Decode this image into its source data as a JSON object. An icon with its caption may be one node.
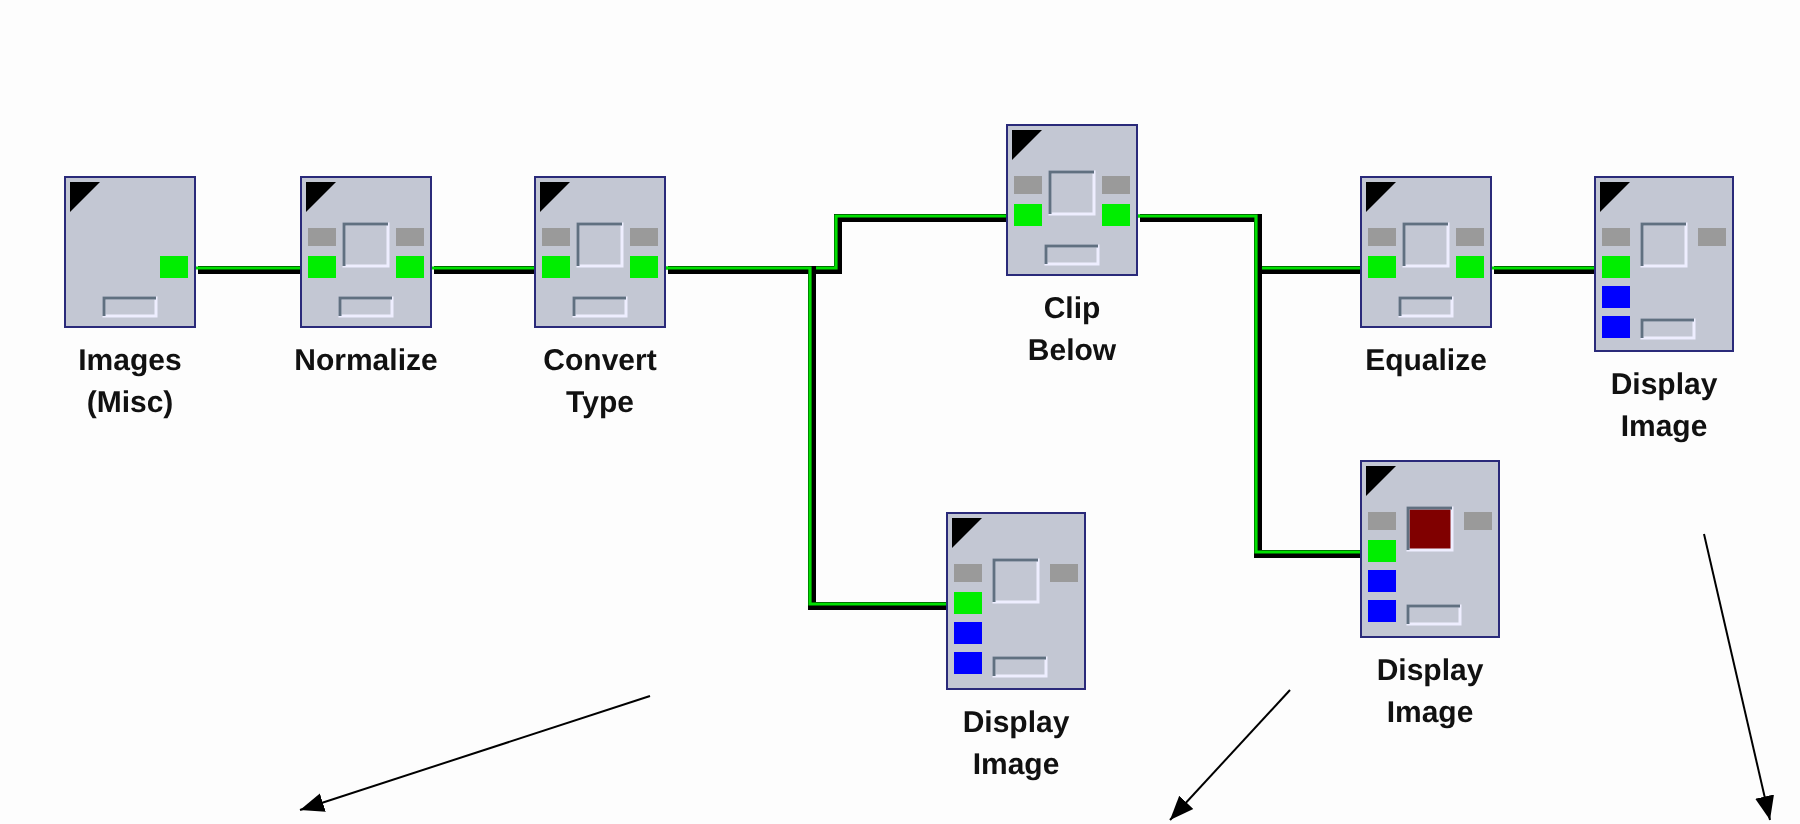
{
  "diagram": {
    "nodes": [
      {
        "text": [
          "Images (Misc)"
        ]
      },
      {
        "text": [
          "Normalize"
        ]
      },
      {
        "text": [
          "Convert Type"
        ]
      },
      {
        "text": [
          "Clip Below"
        ]
      },
      {
        "text": [
          "Equalize"
        ]
      },
      {
        "text": [
          "Display Image"
        ]
      },
      {
        "text": [
          "Display Image"
        ]
      },
      {
        "text": [
          "Display Image"
        ]
      }
    ],
    "edges": [
      {
        "from": 0,
        "to": 1,
        "arrow": "none"
      },
      {
        "from": 1,
        "to": 2,
        "arrow": "none"
      },
      {
        "from": 2,
        "to": 3,
        "arrow": "none"
      },
      {
        "from": 2,
        "to": 6,
        "arrow": "none"
      },
      {
        "from": 3,
        "to": 4,
        "arrow": "none"
      },
      {
        "from": 3,
        "to": 7,
        "arrow": "none"
      },
      {
        "from": 4,
        "to": 5,
        "arrow": "none"
      }
    ]
  }
}
